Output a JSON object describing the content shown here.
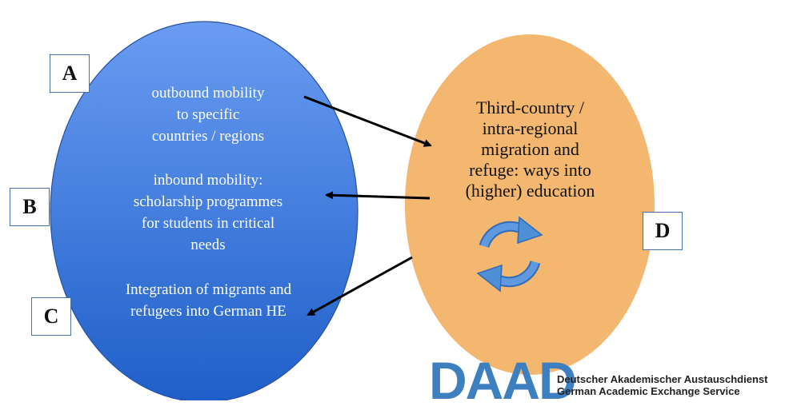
{
  "left_ellipse": {
    "items": [
      {
        "id": "outbound",
        "text": "outbound mobility\nto specific\ncountries / regions"
      },
      {
        "id": "inbound",
        "text": "inbound mobility:\nscholarship programmes\nfor students in critical\nneeds"
      },
      {
        "id": "integration",
        "text": "Integration of migrants and\nrefugees into German HE"
      }
    ],
    "colors": {
      "top": "#6a9cf2",
      "bottom": "#1e5fc9",
      "stroke": "#2a4f9c"
    }
  },
  "right_ellipse": {
    "text": "Third-country /\nintra-regional\nmigration and\nrefuge: ways into\n(higher) education",
    "icon": "cycle-arrows-icon",
    "colors": {
      "fill": "#f3b76f",
      "icon": "#4f8fd6"
    }
  },
  "labels": [
    "A",
    "B",
    "C",
    "D"
  ],
  "logo": {
    "wordmark": "DAAD",
    "line1": "Deutscher Akademischer Austauschdienst",
    "line2": "German Academic Exchange Service",
    "color": "#3e7fc0"
  }
}
